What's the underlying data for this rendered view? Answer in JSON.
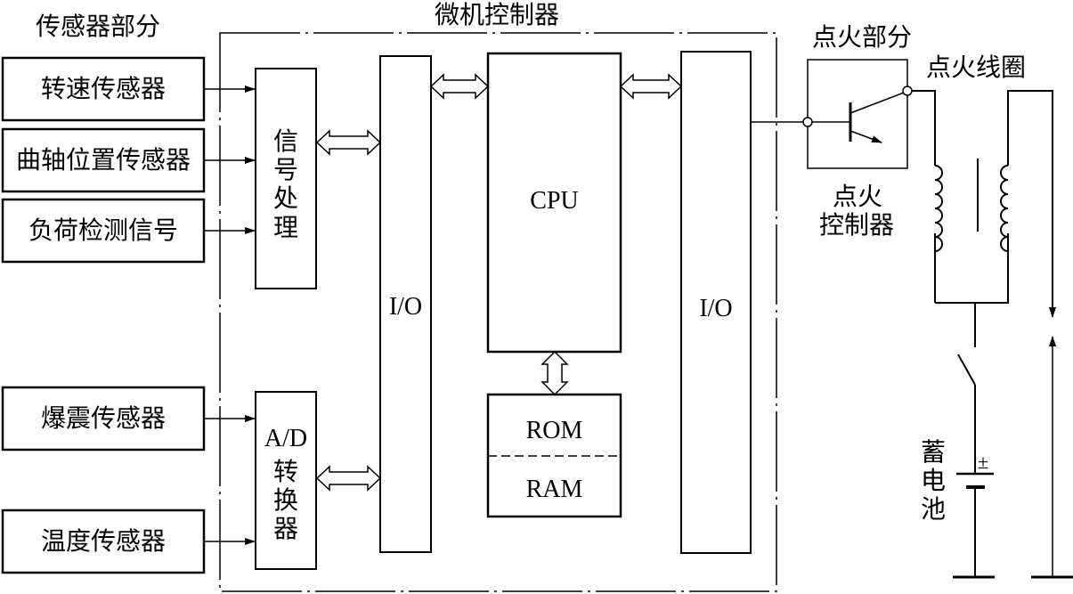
{
  "labels": {
    "sensor_section": "传感器部分",
    "microcomputer": "微机控制器",
    "ignition_section": "点火部分",
    "ignition_coil": "点火线圈",
    "ignition_controller_line1": "点火",
    "ignition_controller_line2": "控制器",
    "battery": "蓄电池",
    "battery_polarity": "±"
  },
  "sensors": [
    {
      "label": "转速传感器"
    },
    {
      "label": "曲轴位置传感器"
    },
    {
      "label": "负荷检测信号"
    },
    {
      "label": "爆震传感器"
    },
    {
      "label": "温度传感器"
    }
  ],
  "blocks": {
    "signal_processing": "信号处理",
    "ad_converter_top": "A/D",
    "ad_converter_bottom": "转换器",
    "io_left": "I/O",
    "cpu": "CPU",
    "rom": "ROM",
    "ram": "RAM",
    "io_right": "I/O"
  }
}
